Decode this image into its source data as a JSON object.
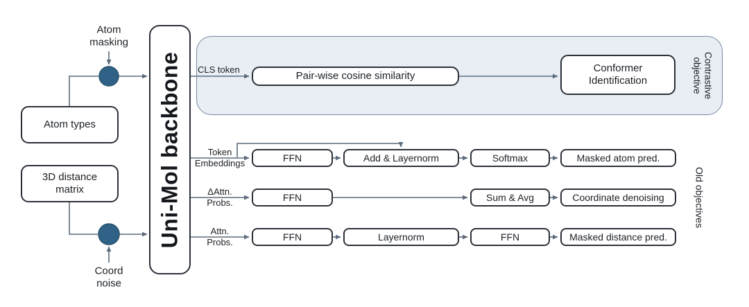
{
  "colors": {
    "node_fill": "#2f6286",
    "node_edge": "#27516d",
    "line": "#5c6b7b",
    "box_border": "#2b3038",
    "container_fill": "#e9eef5",
    "container_border": "#74889f"
  },
  "inputs": {
    "atom_masking": "Atom\nmasking",
    "atom_types": "Atom types",
    "distance_matrix": "3D distance\nmatrix",
    "coord_noise": "Coord\nnoise"
  },
  "backbone": {
    "label": "Uni-Mol backbone"
  },
  "contrastive": {
    "cls_token": "CLS token",
    "pairwise_box": "Pair-wise cosine similarity",
    "conformer_box": "Conformer\nIdentification",
    "section_label": "Contrastive\nobjective"
  },
  "old_objectives": {
    "section_label": "Old objectives",
    "rows": [
      {
        "input": "Token\nEmbeddings",
        "boxes": [
          "FFN",
          "Add & Layernorm",
          "Softmax",
          "Masked atom pred."
        ]
      },
      {
        "input": "ΔAttn.\nProbs.",
        "boxes": [
          "FFN",
          "Sum & Avg",
          "Coordinate denoising"
        ]
      },
      {
        "input": "Attn.\nProbs.",
        "boxes": [
          "FFN",
          "Layernorm",
          "FFN",
          "Masked distance pred."
        ]
      }
    ]
  }
}
